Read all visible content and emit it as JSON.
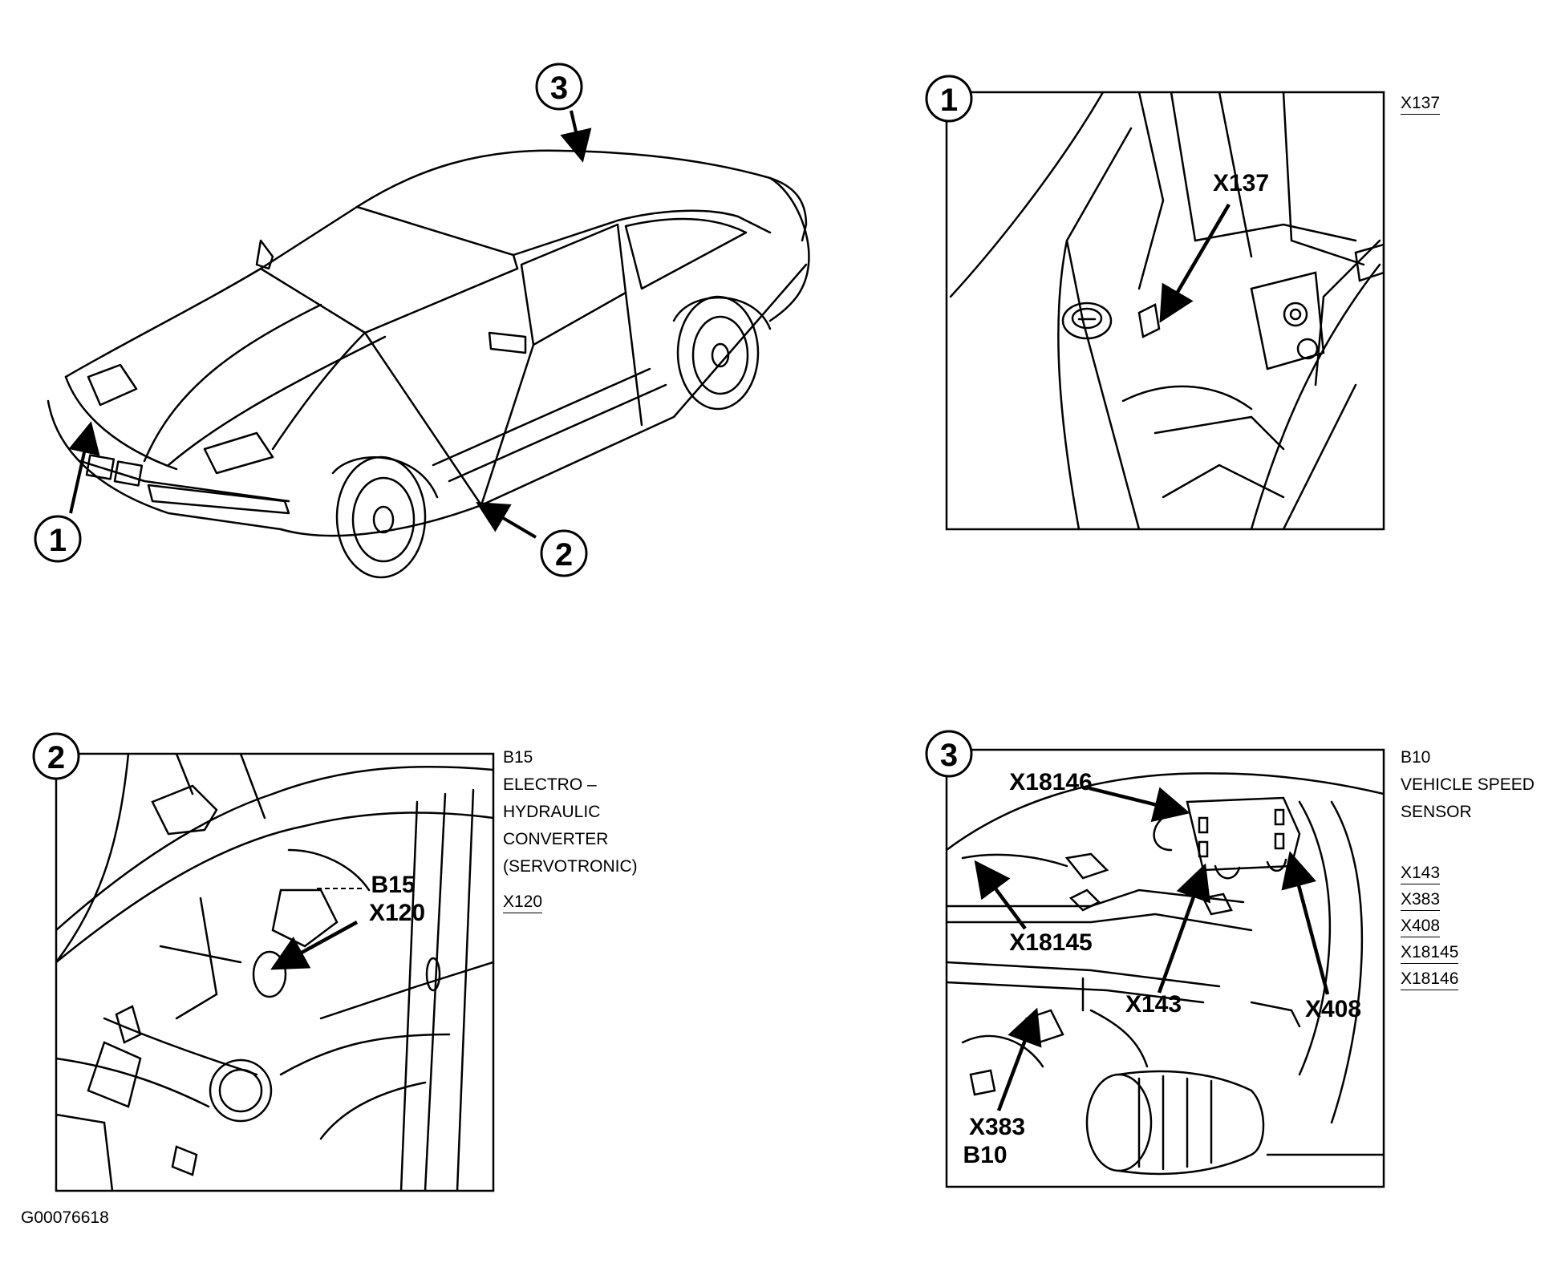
{
  "callouts": {
    "one": "1",
    "two": "2",
    "three": "3"
  },
  "panel1": {
    "tag": "X137",
    "legend": [
      "X137"
    ]
  },
  "panel2": {
    "tag_line1": "B15",
    "tag_line2": "X120",
    "legend_desc": [
      "B15",
      "ELECTRO –",
      "HYDRAULIC",
      "CONVERTER",
      "(SERVOTRONIC)"
    ],
    "legend_refs": [
      "X120"
    ]
  },
  "panel3": {
    "tags": {
      "x18146": "X18146",
      "x18145": "X18145",
      "x143": "X143",
      "x408": "X408",
      "x383": "X383",
      "b10": "B10"
    },
    "legend_desc": [
      "B10",
      "VEHICLE SPEED",
      "SENSOR"
    ],
    "legend_refs": [
      "X143",
      "X383",
      "X408",
      "X18145",
      "X18146"
    ]
  },
  "figure_id": "G00076618"
}
